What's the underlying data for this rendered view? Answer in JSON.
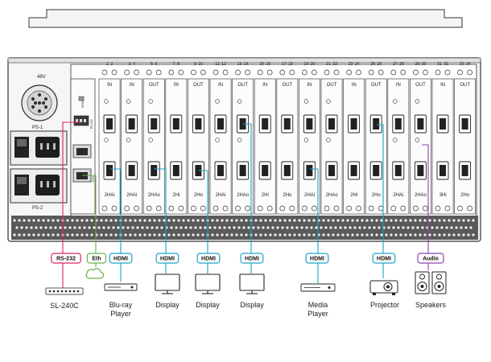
{
  "chassis": {
    "power_label": "48V",
    "ps1_label": "PS-1",
    "ps2_label": "PS-2",
    "reset_label": "RESET",
    "rs232_label": "RS-232",
    "eth_label": "ETH"
  },
  "slots": [
    {
      "number": "1–2",
      "direction": "IN",
      "model": "2HAi"
    },
    {
      "number": "3–4",
      "direction": "IN",
      "model": "2HAi"
    },
    {
      "number": "5–6",
      "direction": "OUT",
      "model": "2HAo"
    },
    {
      "number": "7–8",
      "direction": "IN",
      "model": "2Hi"
    },
    {
      "number": "9–10",
      "direction": "OUT",
      "model": "2Ho"
    },
    {
      "number": "11–12",
      "direction": "IN",
      "model": "2HAi"
    },
    {
      "number": "13–14",
      "direction": "OUT",
      "model": "2HAo"
    },
    {
      "number": "15–16",
      "direction": "IN",
      "model": "2Hi"
    },
    {
      "number": "17–18",
      "direction": "OUT",
      "model": "2Ho"
    },
    {
      "number": "19–20",
      "direction": "IN",
      "model": "2HAi"
    },
    {
      "number": "21–22",
      "direction": "OUT",
      "model": "2HAo"
    },
    {
      "number": "23–24",
      "direction": "IN",
      "model": "2Hi"
    },
    {
      "number": "25–26",
      "direction": "OUT",
      "model": "2Ho"
    },
    {
      "number": "27–28",
      "direction": "IN",
      "model": "2HAi"
    },
    {
      "number": "29–30",
      "direction": "OUT",
      "model": "2HAo"
    },
    {
      "number": "31–32",
      "direction": "IN",
      "model": "3Hi"
    },
    {
      "number": "33–34",
      "direction": "OUT",
      "model": "2Ho"
    }
  ],
  "cables": [
    {
      "tag": "RS-232",
      "color": "#e0245e"
    },
    {
      "tag": "Eth",
      "color": "#6ab04c"
    },
    {
      "tag": "HDMI",
      "color": "#1ba3c6"
    },
    {
      "tag": "HDMI",
      "color": "#1ba3c6"
    },
    {
      "tag": "HDMI",
      "color": "#1ba3c6"
    },
    {
      "tag": "HDMI",
      "color": "#1ba3c6"
    },
    {
      "tag": "HDMI",
      "color": "#1ba3c6"
    },
    {
      "tag": "HDMI",
      "color": "#1ba3c6"
    },
    {
      "tag": "Audio",
      "color": "#8e44ad"
    }
  ],
  "devices": [
    {
      "label": "SL-240C",
      "icon": "controller-icon"
    },
    {
      "label": "",
      "icon": "network-cloud-icon"
    },
    {
      "label": "Blu-ray Player",
      "icon": "bluray-player-icon"
    },
    {
      "label": "Display",
      "icon": "display-icon"
    },
    {
      "label": "Display",
      "icon": "display-icon"
    },
    {
      "label": "Display",
      "icon": "display-icon"
    },
    {
      "label": "Media Player",
      "icon": "media-player-icon"
    },
    {
      "label": "Projector",
      "icon": "projector-icon"
    },
    {
      "label": "Speakers",
      "icon": "speakers-icon"
    }
  ]
}
